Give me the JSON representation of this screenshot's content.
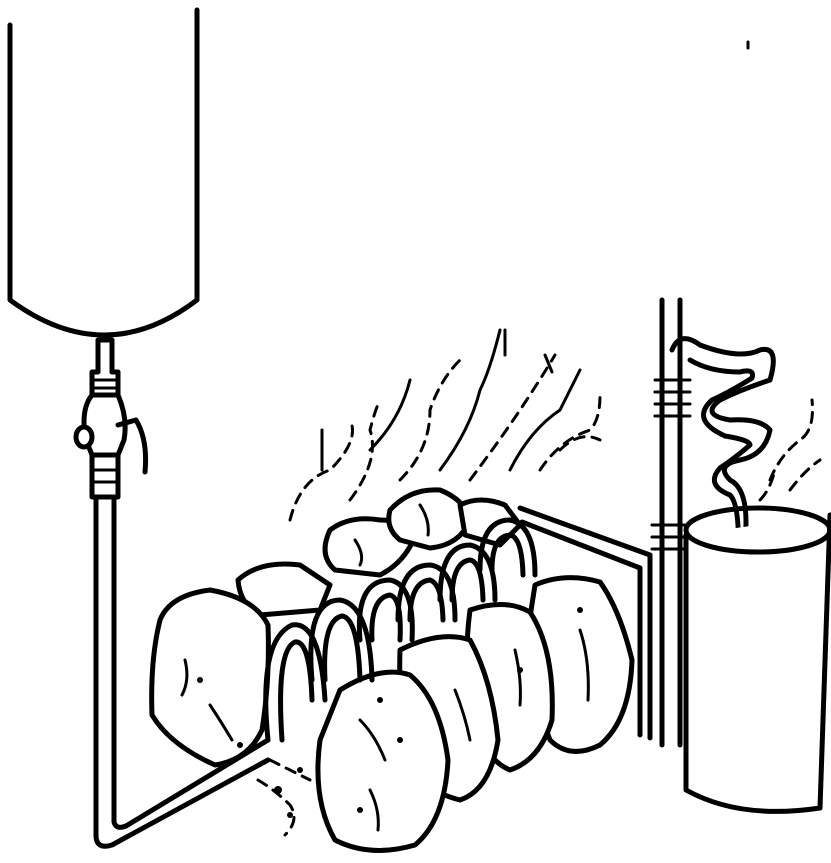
{
  "illustration": {
    "description_visible_text": "",
    "colors": {
      "ink": "#000000",
      "paper": "#ffffff"
    },
    "components": [
      "water-tank",
      "valve",
      "supply-pipe",
      "coiled-tube-in-fire",
      "rock-fire-bed",
      "heat-wisps",
      "condenser-coil",
      "collection-bucket"
    ]
  }
}
